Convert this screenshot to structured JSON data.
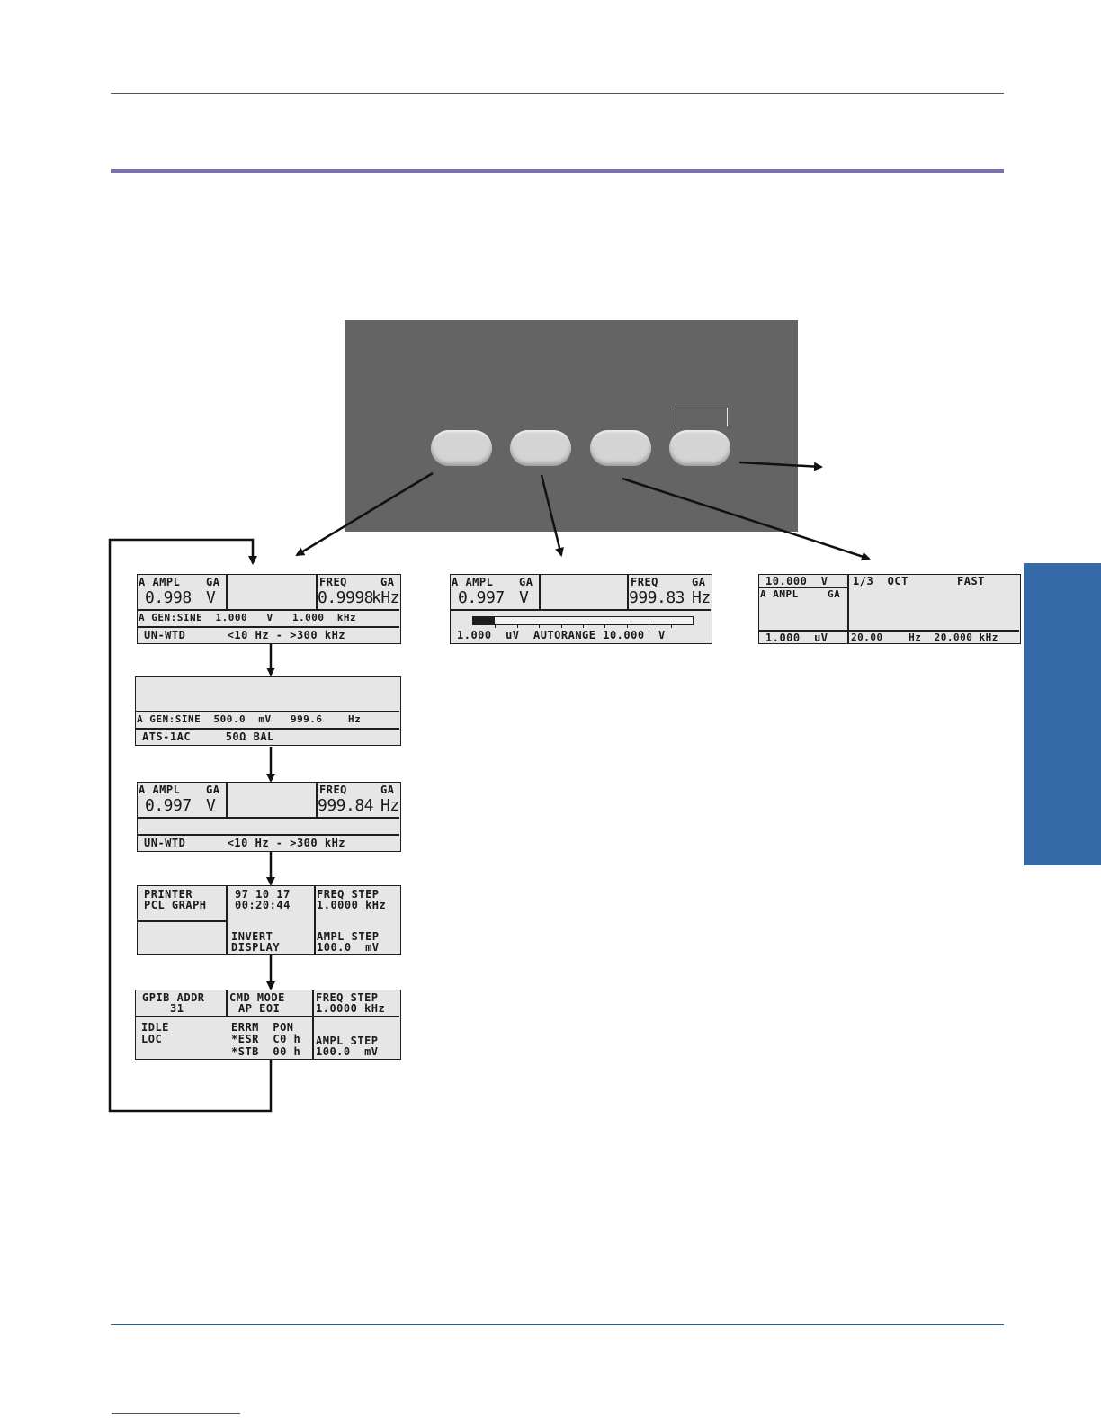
{
  "lcd1": {
    "ampl_label": "A AMPL",
    "ampl_ga": "GA",
    "ampl_value": "0.998",
    "ampl_unit": "V",
    "freq_label": "FREQ",
    "freq_ga": "GA",
    "freq_value": "0.9998",
    "freq_unit": "kHz",
    "gen_line": "A GEN:SINE  1.000   V   1.000  kHz",
    "filter_line": "UN-WTD      <10 Hz - >300 kHz"
  },
  "lcd2": {
    "gen_line": "A GEN:SINE  500.0  mV   999.6    Hz",
    "ats_line": "ATS-1AC     50Ω BAL"
  },
  "lcd3": {
    "ampl_label": "A AMPL",
    "ampl_ga": "GA",
    "ampl_value": "0.997",
    "ampl_unit": "V",
    "freq_label": "FREQ",
    "freq_ga": "GA",
    "freq_value": "999.84",
    "freq_unit": "Hz",
    "filter_line": "UN-WTD      <10 Hz - >300 kHz"
  },
  "lcd4": {
    "printer_line1": "PRINTER",
    "printer_line2": "PCL GRAPH",
    "date_line": "97 10 17",
    "time_line": "00:20:44",
    "freq_step_label": "FREQ STEP",
    "freq_step_value": "1.0000 kHz",
    "invert_line1": "INVERT",
    "invert_line2": "DISPLAY",
    "ampl_step_label": "AMPL STEP",
    "ampl_step_value": "100.0  mV"
  },
  "lcd5": {
    "gpib_label": "GPIB ADDR",
    "gpib_value": "31",
    "cmd_label": "CMD MODE",
    "cmd_value": "AP EOI",
    "freq_step_label": "FREQ STEP",
    "freq_step_value": "1.0000 kHz",
    "idle_line1": "IDLE",
    "idle_line2": "LOC",
    "errm_line": "ERRM  PON",
    "esr_line": "*ESR  C0 h",
    "stb_line": "*STB  00 h",
    "ampl_step_label": "AMPL STEP",
    "ampl_step_value": "100.0  mV"
  },
  "lcd6": {
    "ampl_label": "A AMPL",
    "ampl_ga": "GA",
    "ampl_value": "0.997",
    "ampl_unit": "V",
    "freq_label": "FREQ",
    "freq_ga": "GA",
    "freq_value": "999.83",
    "freq_unit": "Hz",
    "bar_level": 0.1,
    "range_line": "1.000  uV  AUTORANGE 10.000  V"
  },
  "lcd7": {
    "ampl_range": "10.000  V",
    "oct_label": "1/3  OCT",
    "speed_label": "FAST",
    "ampl_label": "A AMPL",
    "ampl_ga": "GA",
    "min_value": "1.000  uV",
    "freq_range": "20.00    Hz  20.000 kHz"
  }
}
